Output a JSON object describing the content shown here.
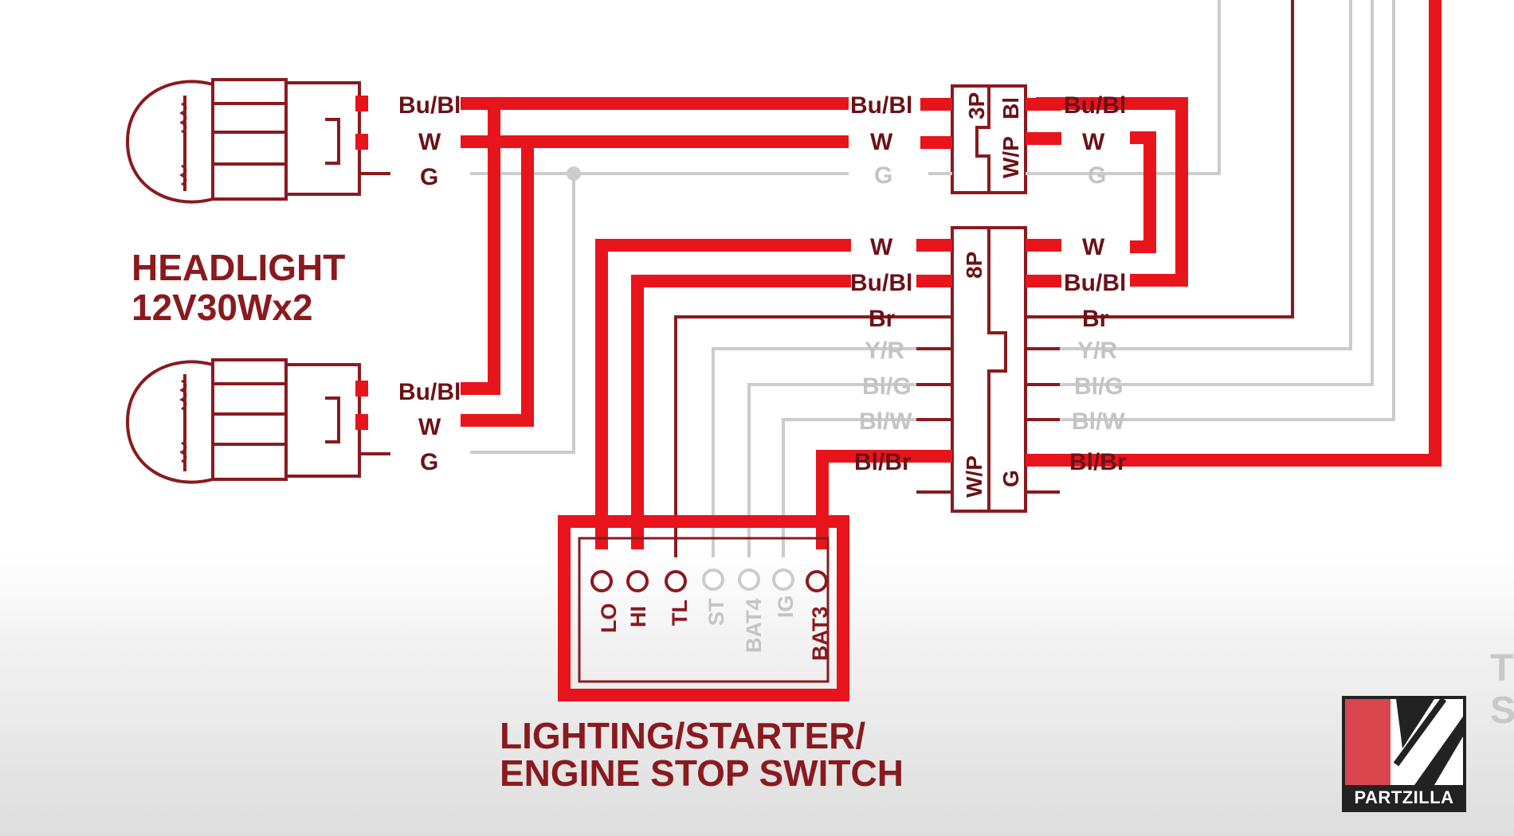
{
  "components": {
    "headlight": {
      "title_line1": "HEADLIGHT",
      "title_line2": "12V30Wx2"
    },
    "switch": {
      "title_line1": "LIGHTING/STARTER/",
      "title_line2": "ENGINE STOP SWITCH"
    },
    "connector_3p": {
      "label": "3P",
      "color_code_1": "W/P",
      "color_code_2": "Bl"
    },
    "connector_8p": {
      "label": "8P",
      "color_code_1": "W/P",
      "color_code_2": "G"
    }
  },
  "wire_labels": {
    "headlight_upper": [
      "Bu/Bl",
      "W",
      "G"
    ],
    "headlight_lower": [
      "Bu/Bl",
      "W",
      "G"
    ],
    "conn3p_left": [
      "Bu/Bl",
      "W",
      "G"
    ],
    "conn3p_right": [
      "Bu/Bl",
      "W",
      "G"
    ],
    "conn8p_left": [
      "W",
      "Bu/Bl",
      "Br",
      "Y/R",
      "Bl/G",
      "Bl/W",
      "Bl/Br"
    ],
    "conn8p_right": [
      "W",
      "Bu/Bl",
      "Br",
      "Y/R",
      "Bl/G",
      "Bl/W",
      "Bl/Br"
    ]
  },
  "switch_terminals": [
    "LO",
    "HI",
    "TL",
    "ST",
    "BAT4",
    "IG",
    "BAT3"
  ],
  "edge_text": [
    "T",
    "S"
  ],
  "logo": {
    "text": "PARTZILLA"
  },
  "colors": {
    "active_wire": "#e8141c",
    "inactive_wire": "#cccccc",
    "outline": "#8a1a1e",
    "label_dark": "#6b1216",
    "label_gray": "#c4c4c4"
  }
}
